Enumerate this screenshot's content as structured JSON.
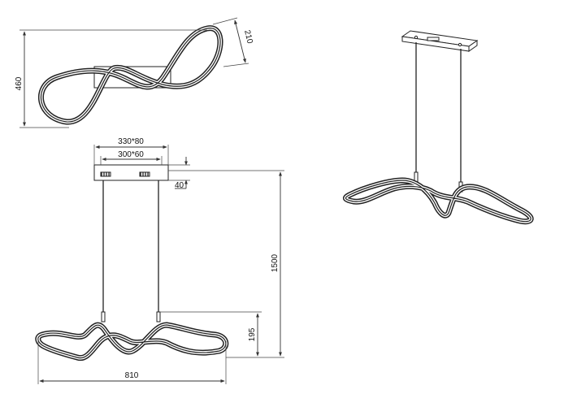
{
  "dimensions": {
    "top_view_height": "460",
    "top_view_width": "210",
    "canopy_outer": "330*80",
    "canopy_inner": "300*60",
    "canopy_depth": "40",
    "overall_height": "1500",
    "fixture_height": "195",
    "overall_width": "810"
  }
}
